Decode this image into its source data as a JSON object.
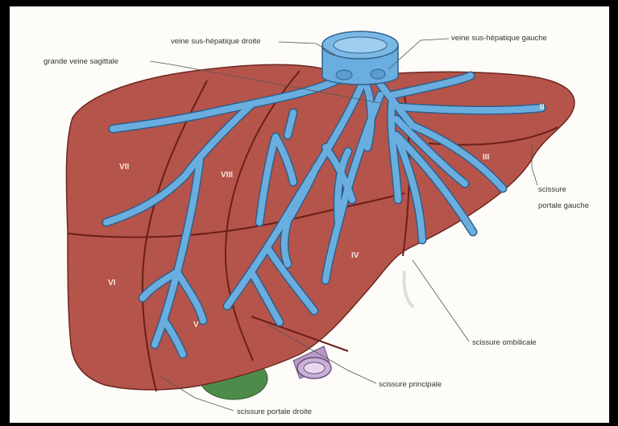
{
  "labels": {
    "right_hepatic_vein": "veine sus-hépatique droite",
    "left_hepatic_vein": "veine sus-hépatique gauche",
    "great_sagittal_vein": "grande veine sagittale",
    "left_portal_fissure_line1": "scissure",
    "left_portal_fissure_line2": "portale gauche",
    "umbilical_fissure": "scissure ombilicale",
    "main_fissure": "scissure principale",
    "right_portal_fissure": "scissure portale droite"
  },
  "segments": {
    "s2": "II",
    "s3": "III",
    "s4": "IV",
    "s5": "V",
    "s6": "VI",
    "s7": "VII",
    "s8": "VIII"
  },
  "colors": {
    "liver": "#b5544a",
    "liver_dark": "#7a2b24",
    "vein": "#6aaee0",
    "vein_outline": "#2f5f8a",
    "gallbladder": "#4d8b4a",
    "portal_vein_stub": "#b89ac8"
  }
}
